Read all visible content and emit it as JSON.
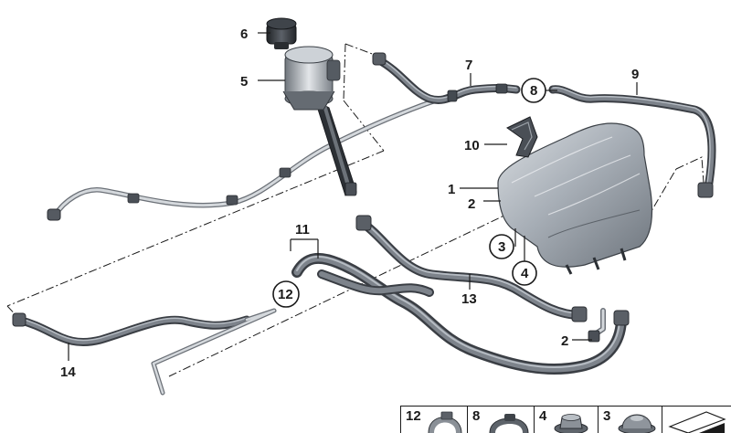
{
  "callouts": {
    "c1": "1",
    "c2a": "2",
    "c2b": "2",
    "c3": "3",
    "c4": "4",
    "c5": "5",
    "c6": "6",
    "c7": "7",
    "c8": "8",
    "c9": "9",
    "c10": "10",
    "c11": "11",
    "c12": "12",
    "c13": "13",
    "c14": "14"
  },
  "parts_legend": [
    {
      "number": "12",
      "icon": "clamp-icon"
    },
    {
      "number": "8",
      "icon": "hose-clip-icon"
    },
    {
      "number": "4",
      "icon": "grommet-icon"
    },
    {
      "number": "3",
      "icon": "rubber-mount-icon"
    },
    {
      "number": "",
      "icon": "sheet-symbol-icon"
    }
  ],
  "colors": {
    "line": "#1a1a1a",
    "hose": "#3a3e44",
    "tank": "#9aa1a9",
    "pipe": "#c9ced3"
  }
}
